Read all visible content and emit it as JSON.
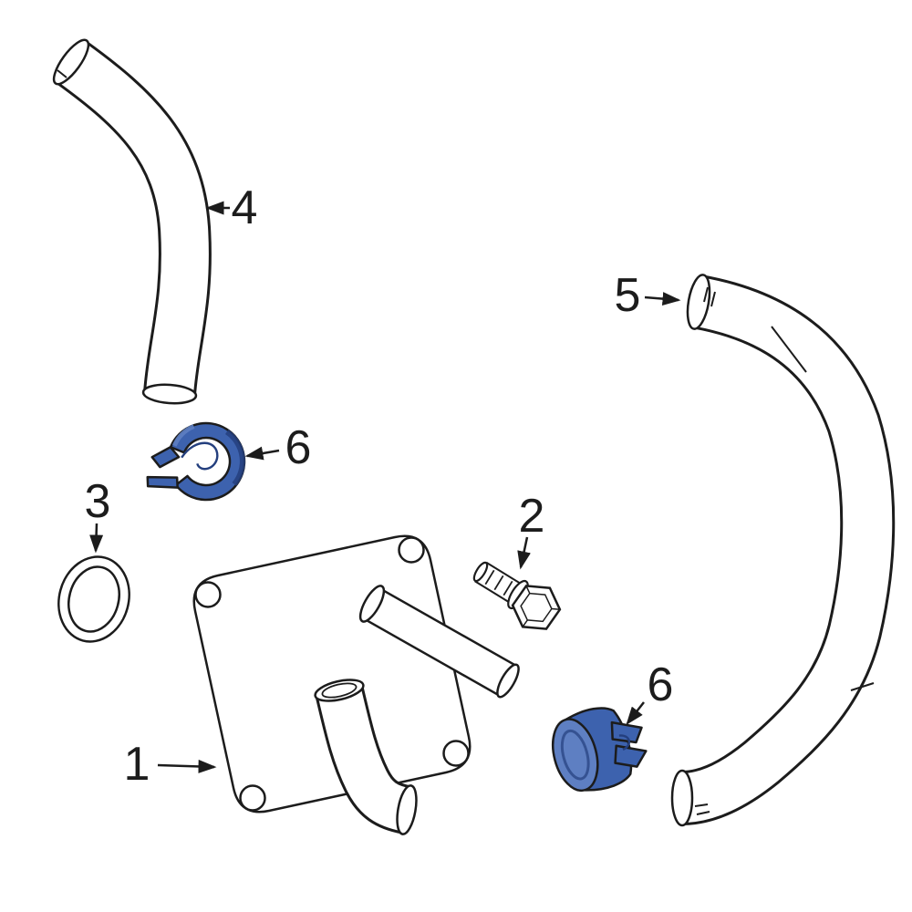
{
  "colors": {
    "background": "#ffffff",
    "outline": "#1c1c1c",
    "clamp_blue": "#3d62ae",
    "clamp_blue_light": "#5e7fc2",
    "clamp_blue_dark": "#243f7e"
  },
  "callouts": {
    "c1": {
      "label": "1"
    },
    "c2": {
      "label": "2"
    },
    "c3": {
      "label": "3"
    },
    "c4": {
      "label": "4"
    },
    "c5": {
      "label": "5"
    },
    "c6_top": {
      "label": "6"
    },
    "c6_bottom": {
      "label": "6"
    }
  }
}
